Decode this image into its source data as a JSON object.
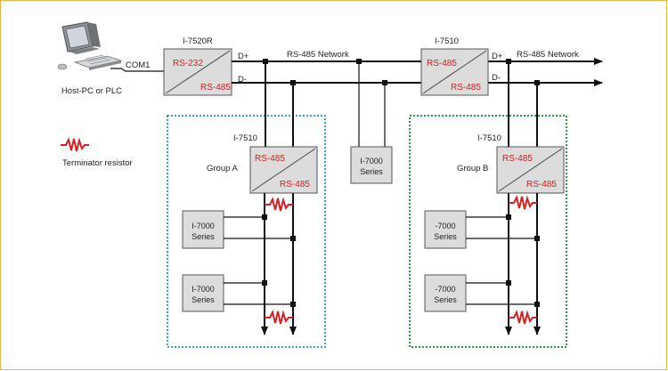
{
  "colors": {
    "page_border": "#f0b347",
    "group_a_border": "#3aa0e0",
    "group_b_border": "#2e9a3a",
    "label_red": "#d42020",
    "resistor_red": "#d42020",
    "box_fill": "#dcdcdc"
  },
  "host": {
    "label": "Host-PC or PLC",
    "port_label": "COM1",
    "icon": "computer-icon"
  },
  "legend": {
    "label": "Terminator resistor",
    "icon": "resistor-icon"
  },
  "converter": {
    "model": "I-7520R",
    "port_in": "RS-232",
    "port_out": "RS-485"
  },
  "repeater_main": {
    "model": "I-7510",
    "port_in": "RS-485",
    "port_out": "RS-485"
  },
  "bus": {
    "d_plus": "D+",
    "d_minus": "D-",
    "network_label": "RS-485 Network"
  },
  "group_a": {
    "label": "Group A",
    "repeater": {
      "model": "I-7510",
      "port_in": "RS-485",
      "port_out": "RS-485"
    },
    "modules": [
      {
        "line1": "I-7000",
        "line2": "Series"
      },
      {
        "line1": "I-7000",
        "line2": "Series"
      }
    ]
  },
  "middle_module": {
    "line1": "I-7000",
    "line2": "Series"
  },
  "group_b": {
    "label": "Group B",
    "repeater": {
      "model": "I-7510",
      "port_in": "RS-485",
      "port_out": "RS-485"
    },
    "modules": [
      {
        "line1": "-7000",
        "line2": "Series"
      },
      {
        "line1": "-7000",
        "line2": "Series"
      }
    ]
  }
}
